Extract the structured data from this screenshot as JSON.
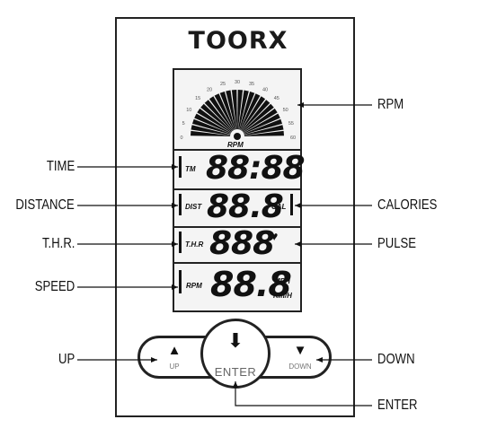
{
  "brand": "TOORX",
  "gauge": {
    "label": "RPM",
    "ticks": [
      "0",
      "5",
      "10",
      "15",
      "20",
      "25",
      "30",
      "35",
      "40",
      "45",
      "50",
      "55",
      "60"
    ]
  },
  "display": {
    "time": {
      "tag": "TM",
      "digits": "88:88"
    },
    "distance": {
      "tag": "DIST",
      "digits": "88.8",
      "unit": "CAL"
    },
    "pulse": {
      "tag": "T.H.R",
      "digits": "888",
      "symbol": "♥"
    },
    "speed": {
      "tag": "RPM",
      "digits": "88.8",
      "unit_top": "MPH",
      "unit_bottom": "Km/H"
    }
  },
  "buttons": {
    "up": {
      "glyph": "▲",
      "label": "UP"
    },
    "enter": {
      "glyph": "⬇",
      "label": "ENTER"
    },
    "down": {
      "glyph": "▼",
      "label": "DOWN"
    }
  },
  "callouts": {
    "rpm": "RPM",
    "time": "TIME",
    "distance": "DISTANCE",
    "calories": "CALORIES",
    "thr": "T.H.R.",
    "pulse": "PULSE",
    "speed": "SPEED",
    "up": "UP",
    "down": "DOWN",
    "enter": "ENTER"
  }
}
